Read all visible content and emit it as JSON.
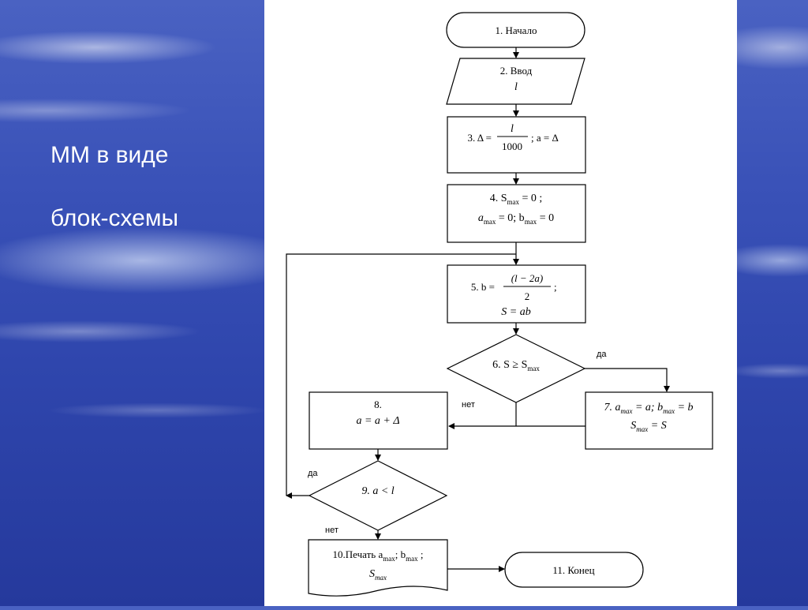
{
  "slide": {
    "title_line_1": "ММ в виде",
    "title_line_2": "блок-схемы"
  },
  "flowchart": {
    "b1": "1. Начало",
    "b2_line1": "2. Ввод",
    "b2_line2": "l",
    "b3_prefix": "3. Δ =",
    "b3_num": "l",
    "b3_den": "1000",
    "b3_suffix": "; a = Δ",
    "b4_line1": "4. S",
    "b4_line1_sub": "max",
    "b4_line1_rest": " = 0 ;",
    "b4_line2": "a",
    "b4_line2_sub1": "max",
    "b4_line2_mid": " = 0; b",
    "b4_line2_sub2": "max",
    "b4_line2_rest": " = 0",
    "b5_prefix": "5. b =",
    "b5_num": "(l − 2a)",
    "b5_den": "2",
    "b5_suffix": ";",
    "b5_line2": "S = ab",
    "b6": "6. S ≥ S",
    "b6_sub": "max",
    "b7_line1": "7. a",
    "b7_sub1": "max",
    "b7_mid": " = a; b",
    "b7_sub2": "max",
    "b7_rest": " = b",
    "b7_line2": "S",
    "b7_line2_sub": "max",
    "b7_line2_rest": " = S",
    "b8_line1": "8.",
    "b8_line2": "a = a + Δ",
    "b9": "9.  a < l",
    "b10_line1": "10.Печать a",
    "b10_sub1": "max",
    "b10_mid": "; b",
    "b10_sub2": "max",
    "b10_rest": " ;",
    "b10_line2": "S",
    "b10_line2_sub": "max",
    "b11": "11. Конец",
    "yes_6": "да",
    "no_6": "нет",
    "yes_9": "да",
    "no_9": "нет"
  }
}
